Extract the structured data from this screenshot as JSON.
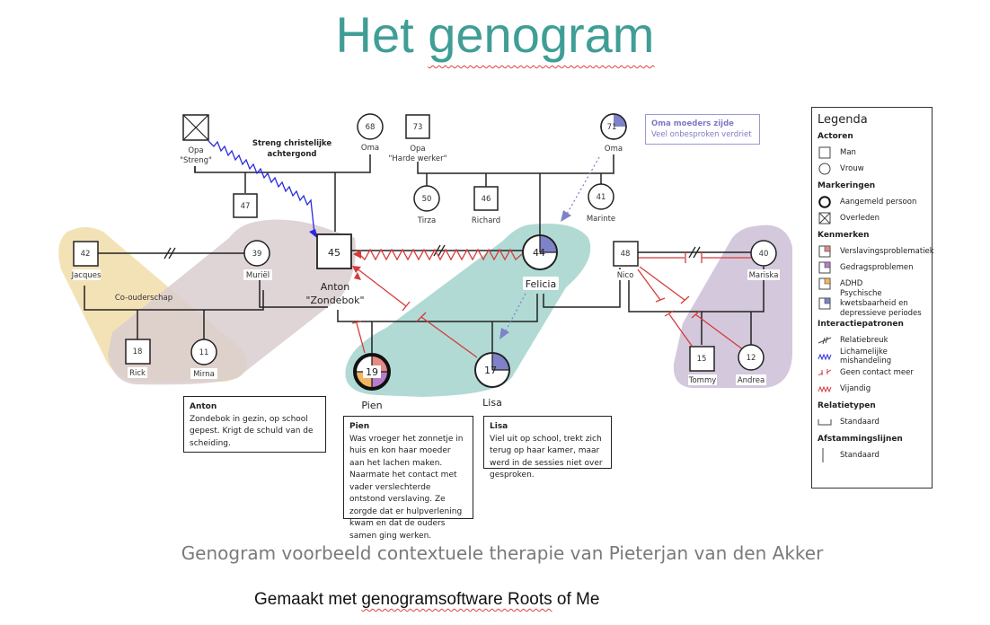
{
  "slide": {
    "title_part1": "Het",
    "title_part2": "genogram",
    "subtitle": "Genogram voorbeeld contextuele therapie van Pieterjan van den Akker",
    "credit_prefix": "Gemaakt met",
    "credit_link": "genogramsoftware Roots",
    "credit_suffix": "of Me"
  },
  "colors": {
    "title": "#3f9e96",
    "verslaving": "#e58a86",
    "gedrag": "#b57dcc",
    "adhd": "#f2b660",
    "psychisch": "#7f82c9",
    "abuse": "#2a2ae0",
    "hostile": "#d63a3a",
    "group_yellow": "#f2ddaa",
    "group_mauve": "#d9cccf",
    "group_teal": "#a8d6cf",
    "group_purple": "#cfc2d9"
  },
  "annotations": {
    "background": "Streng christelijke achtergond",
    "coparenting": "Co-ouderschap"
  },
  "persons": {
    "opa_streng": {
      "name": "Opa",
      "nickname": "\"Streng\"",
      "age": "",
      "status": "Overleden"
    },
    "oma_paternal": {
      "name": "Oma",
      "age": "68"
    },
    "uncle_47": {
      "name": "",
      "age": "47"
    },
    "opa_harde_werker": {
      "name": "Opa",
      "nickname": "\"Harde werker\"",
      "age": "73"
    },
    "oma_maternal": {
      "name": "Oma",
      "age": "71"
    },
    "tirza": {
      "name": "Tirza",
      "age": "50"
    },
    "richard": {
      "name": "Richard",
      "age": "46"
    },
    "marinte": {
      "name": "Marinte",
      "age": "41"
    },
    "jacques": {
      "name": "Jacques",
      "age": "42"
    },
    "muriel": {
      "name": "Muriël",
      "age": "39"
    },
    "anton": {
      "name": "Anton",
      "nickname": "\"Zondebok\"",
      "age": "45"
    },
    "felicia": {
      "name": "Felicia",
      "age": "44"
    },
    "nico": {
      "name": "Nico",
      "age": "48"
    },
    "mariska": {
      "name": "Mariska",
      "age": "40"
    },
    "rick": {
      "name": "Rick",
      "age": "18"
    },
    "mirna": {
      "name": "Mirna",
      "age": "11"
    },
    "pien": {
      "name": "Pien",
      "age": "19",
      "status": "Aangemeld persoon"
    },
    "lisa": {
      "name": "Lisa",
      "age": "17"
    },
    "tommy": {
      "name": "Tommy",
      "age": "15"
    },
    "andrea": {
      "name": "Andrea",
      "age": "12"
    }
  },
  "callout": {
    "heading": "Oma moeders zijde",
    "text": "Veel onbesproken verdriet"
  },
  "notes": {
    "anton": {
      "heading": "Anton",
      "text": "Zondebok in gezin, op school gepest. Krigt de schuld van de scheiding."
    },
    "pien": {
      "heading": "Pien",
      "text": "Was vroeger het zonnetje in huis en kon haar moeder aan het lachen maken. Naarmate het contact met vader verslechterde ontstond verslaving. Ze zorgde dat er hulpverlening kwam en dat de ouders samen ging werken."
    },
    "lisa": {
      "heading": "Lisa",
      "text": "Viel uit op school, trekt zich terug op haar kamer, maar werd in de sessies niet over gesproken."
    }
  },
  "legend": {
    "title": "Legenda",
    "sections": {
      "actoren": "Actoren",
      "markeringen": "Markeringen",
      "kenmerken": "Kenmerken",
      "interactie": "Interactiepatronen",
      "relatietypen": "Relatietypen",
      "afstamming": "Afstammingslijnen"
    },
    "items": {
      "man": "Man",
      "vrouw": "Vrouw",
      "aangemeld": "Aangemeld persoon",
      "overleden": "Overleden",
      "verslaving": "Verslavingsproblematiek",
      "gedrag": "Gedragsproblemen",
      "adhd": "ADHD",
      "psychisch": "Psychische kwetsbaarheid en depressieve periodes",
      "relatiebreuk": "Relatiebreuk",
      "mishandeling": "Lichamelijke mishandeling",
      "geen_contact": "Geen contact meer",
      "vijandig": "Vijandig",
      "relatie_standaard": "Standaard",
      "afstamming_standaard": "Standaard"
    }
  }
}
